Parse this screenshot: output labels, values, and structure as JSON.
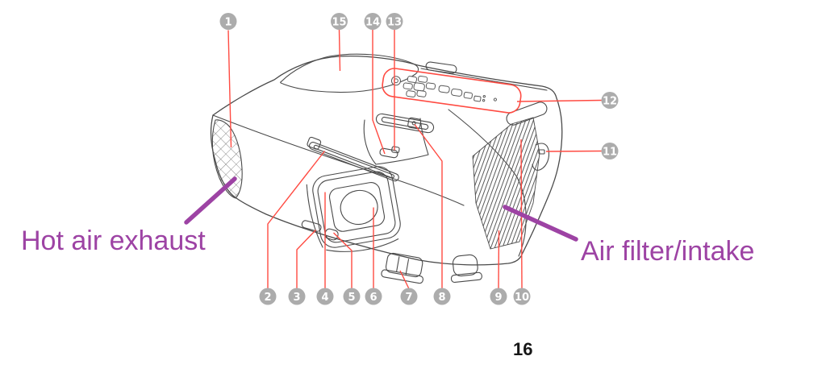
{
  "page": {
    "background": "#ffffff",
    "page_number": "16"
  },
  "figure": {
    "description": "Projector parts diagram with numbered callouts",
    "annotations": {
      "hot_air_exhaust": "Hot air exhaust",
      "air_filter_intake": "Air filter/intake"
    },
    "callouts": [
      "1",
      "2",
      "3",
      "4",
      "5",
      "6",
      "7",
      "8",
      "9",
      "10",
      "11",
      "12",
      "13",
      "14",
      "15"
    ],
    "colors": {
      "leader_line": "#ff4b42",
      "callout_fill": "#acacac",
      "callout_number": "#ffffff",
      "annotation_purple": "#9d43a4",
      "line_art": "#4a4a4a",
      "page_number_color": "#161616"
    }
  }
}
